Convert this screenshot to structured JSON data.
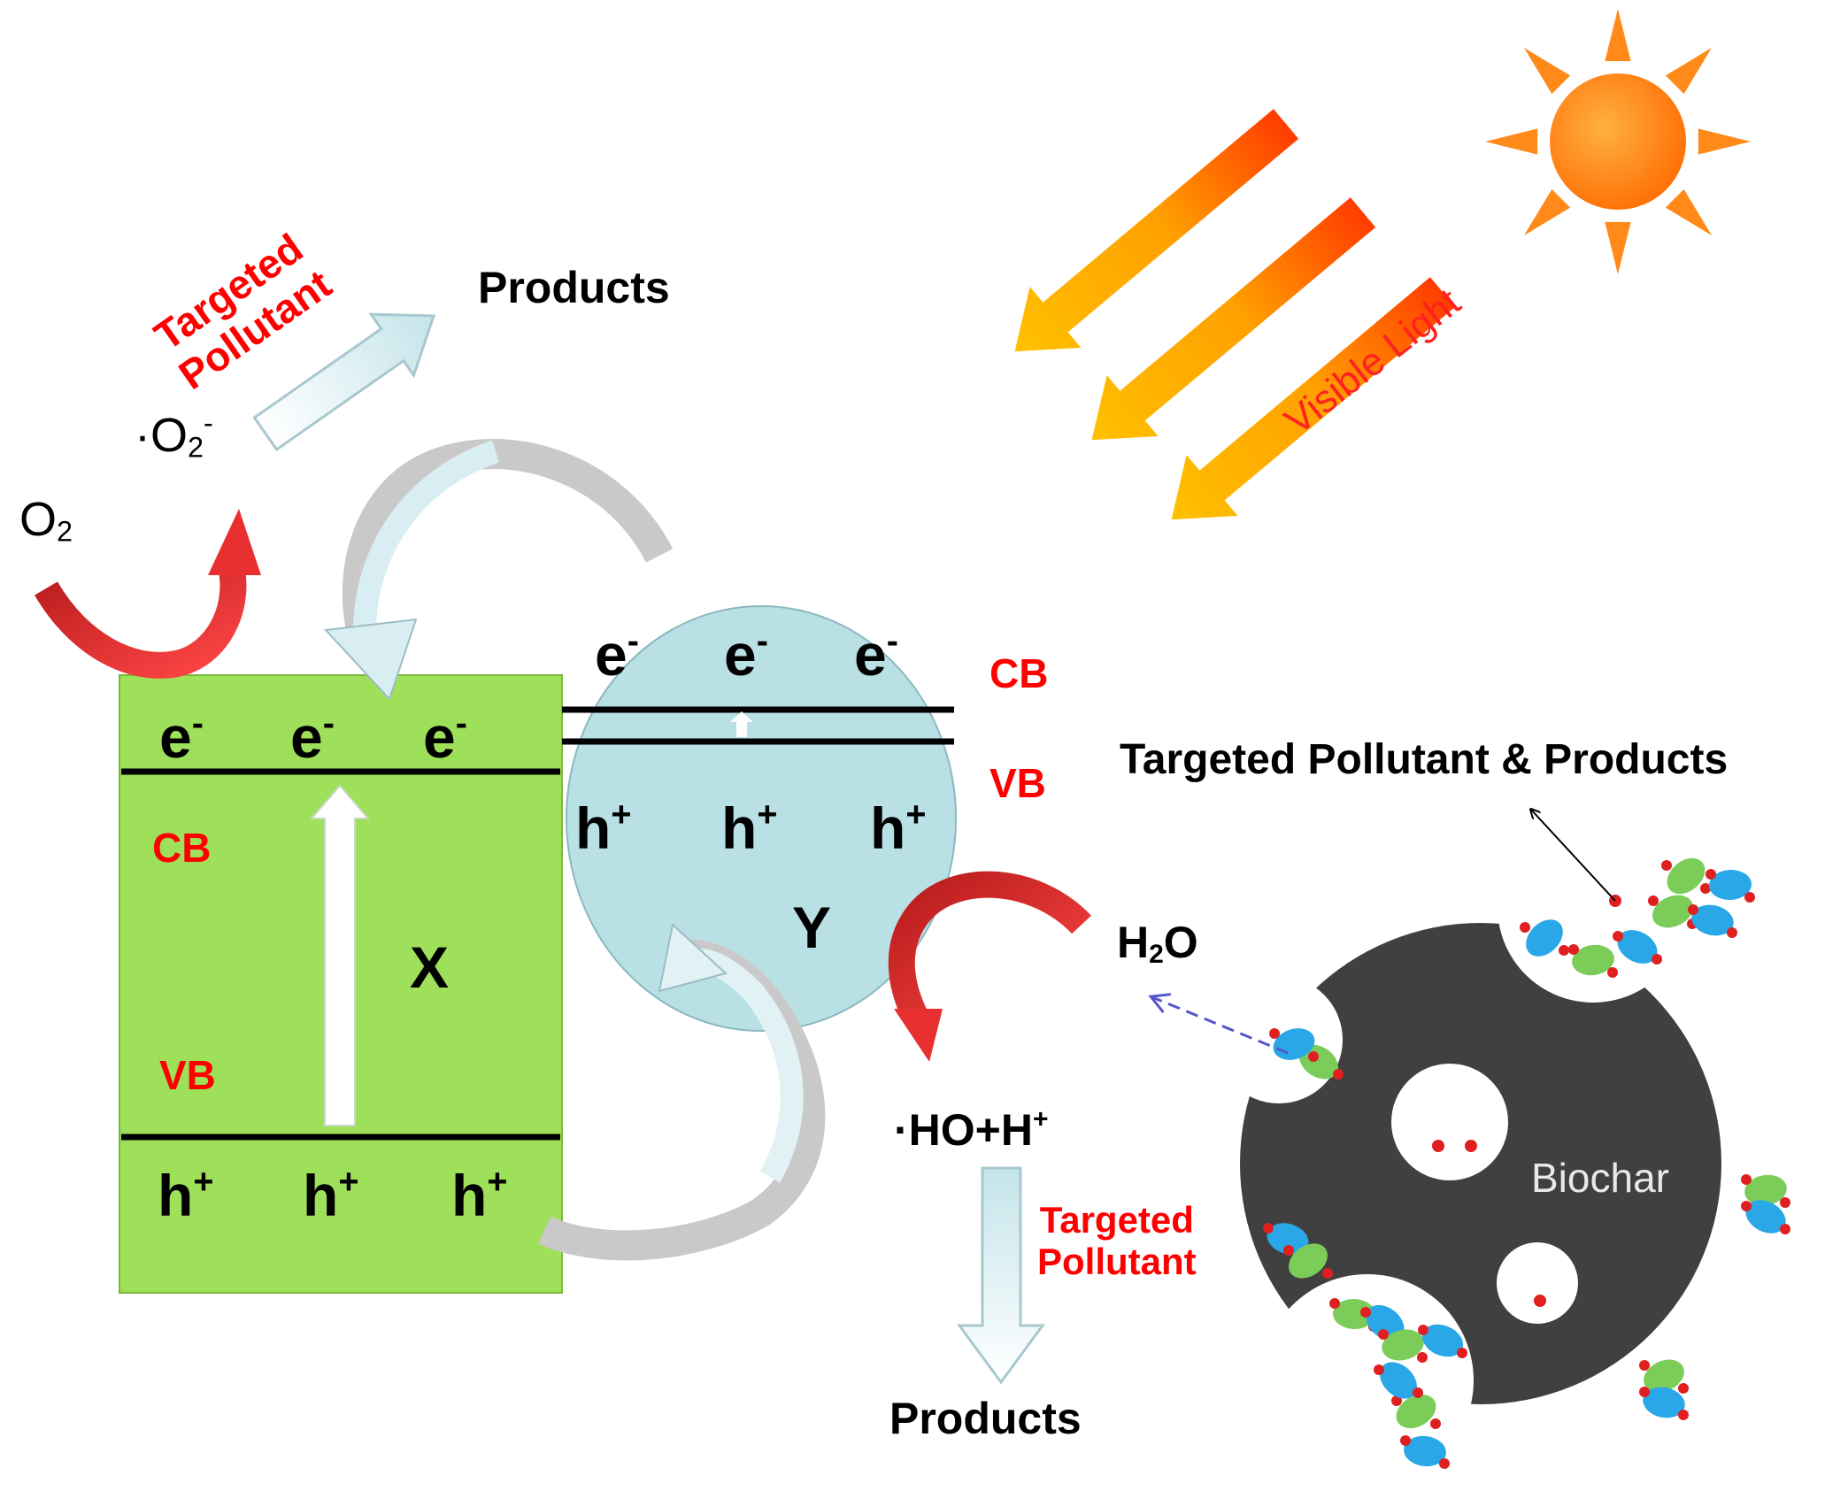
{
  "semiconductor_x": {
    "label": "X",
    "electrons": [
      "e-",
      "e-",
      "e-"
    ],
    "holes": [
      "h+",
      "h+",
      "h+"
    ],
    "cb_label": "CB",
    "vb_label": "VB",
    "color": "#9fe05a"
  },
  "semiconductor_y": {
    "label": "Y",
    "electrons": [
      "e-",
      "e-",
      "e-"
    ],
    "holes": [
      "h+",
      "h+",
      "h+"
    ],
    "cb_label": "CB",
    "vb_label": "VB",
    "color": "#b9e0e4"
  },
  "reduction_path": {
    "oxygen": "O2",
    "superoxide": "·O2-",
    "pollutant": [
      "Targeted",
      "Pollutant"
    ],
    "products": "Products"
  },
  "oxidation_path": {
    "water": "H2O",
    "radical": "·HO+H+",
    "pollutant": [
      "Targeted",
      "Pollutant"
    ],
    "products": "Products"
  },
  "light": {
    "label": "Visible Light",
    "sun_color": "#ff8a00",
    "ray_color": "#ffc000"
  },
  "biochar": {
    "label": "Biochar",
    "adsorbed_label": "Targeted Pollutant & Products",
    "body_color": "#404040"
  },
  "colors": {
    "red_arrow": "#e83030",
    "band_text": "#ff0000"
  }
}
